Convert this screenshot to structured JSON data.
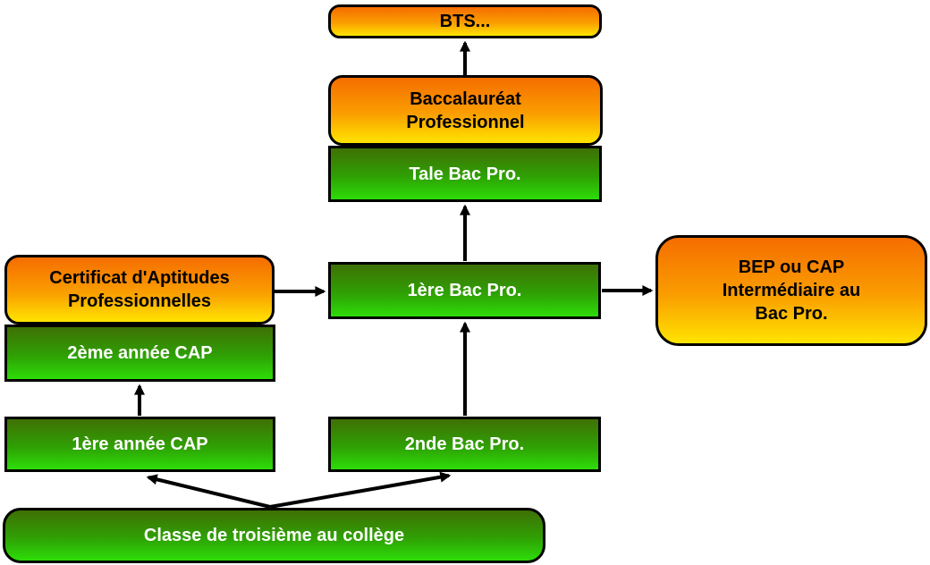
{
  "background": "#ffffff",
  "palette": {
    "diploma_gradient_top": "#f56d00",
    "diploma_gradient_bottom": "#ffe400",
    "grade_gradient_top": "#3f7005",
    "grade_gradient_bottom": "#2ddd08",
    "diploma_text_color": "#000000",
    "grade_text_color": "#ffffff",
    "border_color": "#000000",
    "arrow_color": "#000000"
  },
  "nodes": {
    "bts": {
      "label": "BTS...",
      "type": "diploma"
    },
    "baccalaureat_professionnel": {
      "label": "Baccalauréat\nProfessionnel",
      "type": "diploma"
    },
    "tale_bac_pro": {
      "label": "Tale Bac Pro.",
      "type": "grade"
    },
    "certificat_aptitudes_professionnelles": {
      "label": "Certificat d'Aptitudes\nProfessionnelles",
      "type": "diploma"
    },
    "deuxieme_annee_cap": {
      "label": "2ème année CAP",
      "type": "grade"
    },
    "premiere_bac_pro": {
      "label": "1ère Bac Pro.",
      "type": "grade"
    },
    "bep_ou_cap_intermediaire": {
      "label": "BEP ou CAP\nIntermédiaire au\nBac Pro.",
      "type": "diploma"
    },
    "premiere_annee_cap": {
      "label": "1ère année CAP",
      "type": "grade"
    },
    "seconde_bac_pro": {
      "label": "2nde Bac Pro.",
      "type": "grade"
    },
    "classe_de_troisieme": {
      "label": "Classe de troisième au collège",
      "type": "grade"
    }
  },
  "edges": [
    {
      "from": "baccalaureat_professionnel",
      "to": "bts"
    },
    {
      "from": "premiere_bac_pro",
      "to": "tale_bac_pro"
    },
    {
      "from": "certificat_aptitudes_professionnelles",
      "to": "premiere_bac_pro"
    },
    {
      "from": "premiere_bac_pro",
      "to": "bep_ou_cap_intermediaire"
    },
    {
      "from": "seconde_bac_pro",
      "to": "premiere_bac_pro"
    },
    {
      "from": "premiere_annee_cap",
      "to": "deuxieme_annee_cap"
    },
    {
      "from": "classe_de_troisieme",
      "to": "premiere_annee_cap"
    },
    {
      "from": "classe_de_troisieme",
      "to": "seconde_bac_pro"
    }
  ]
}
